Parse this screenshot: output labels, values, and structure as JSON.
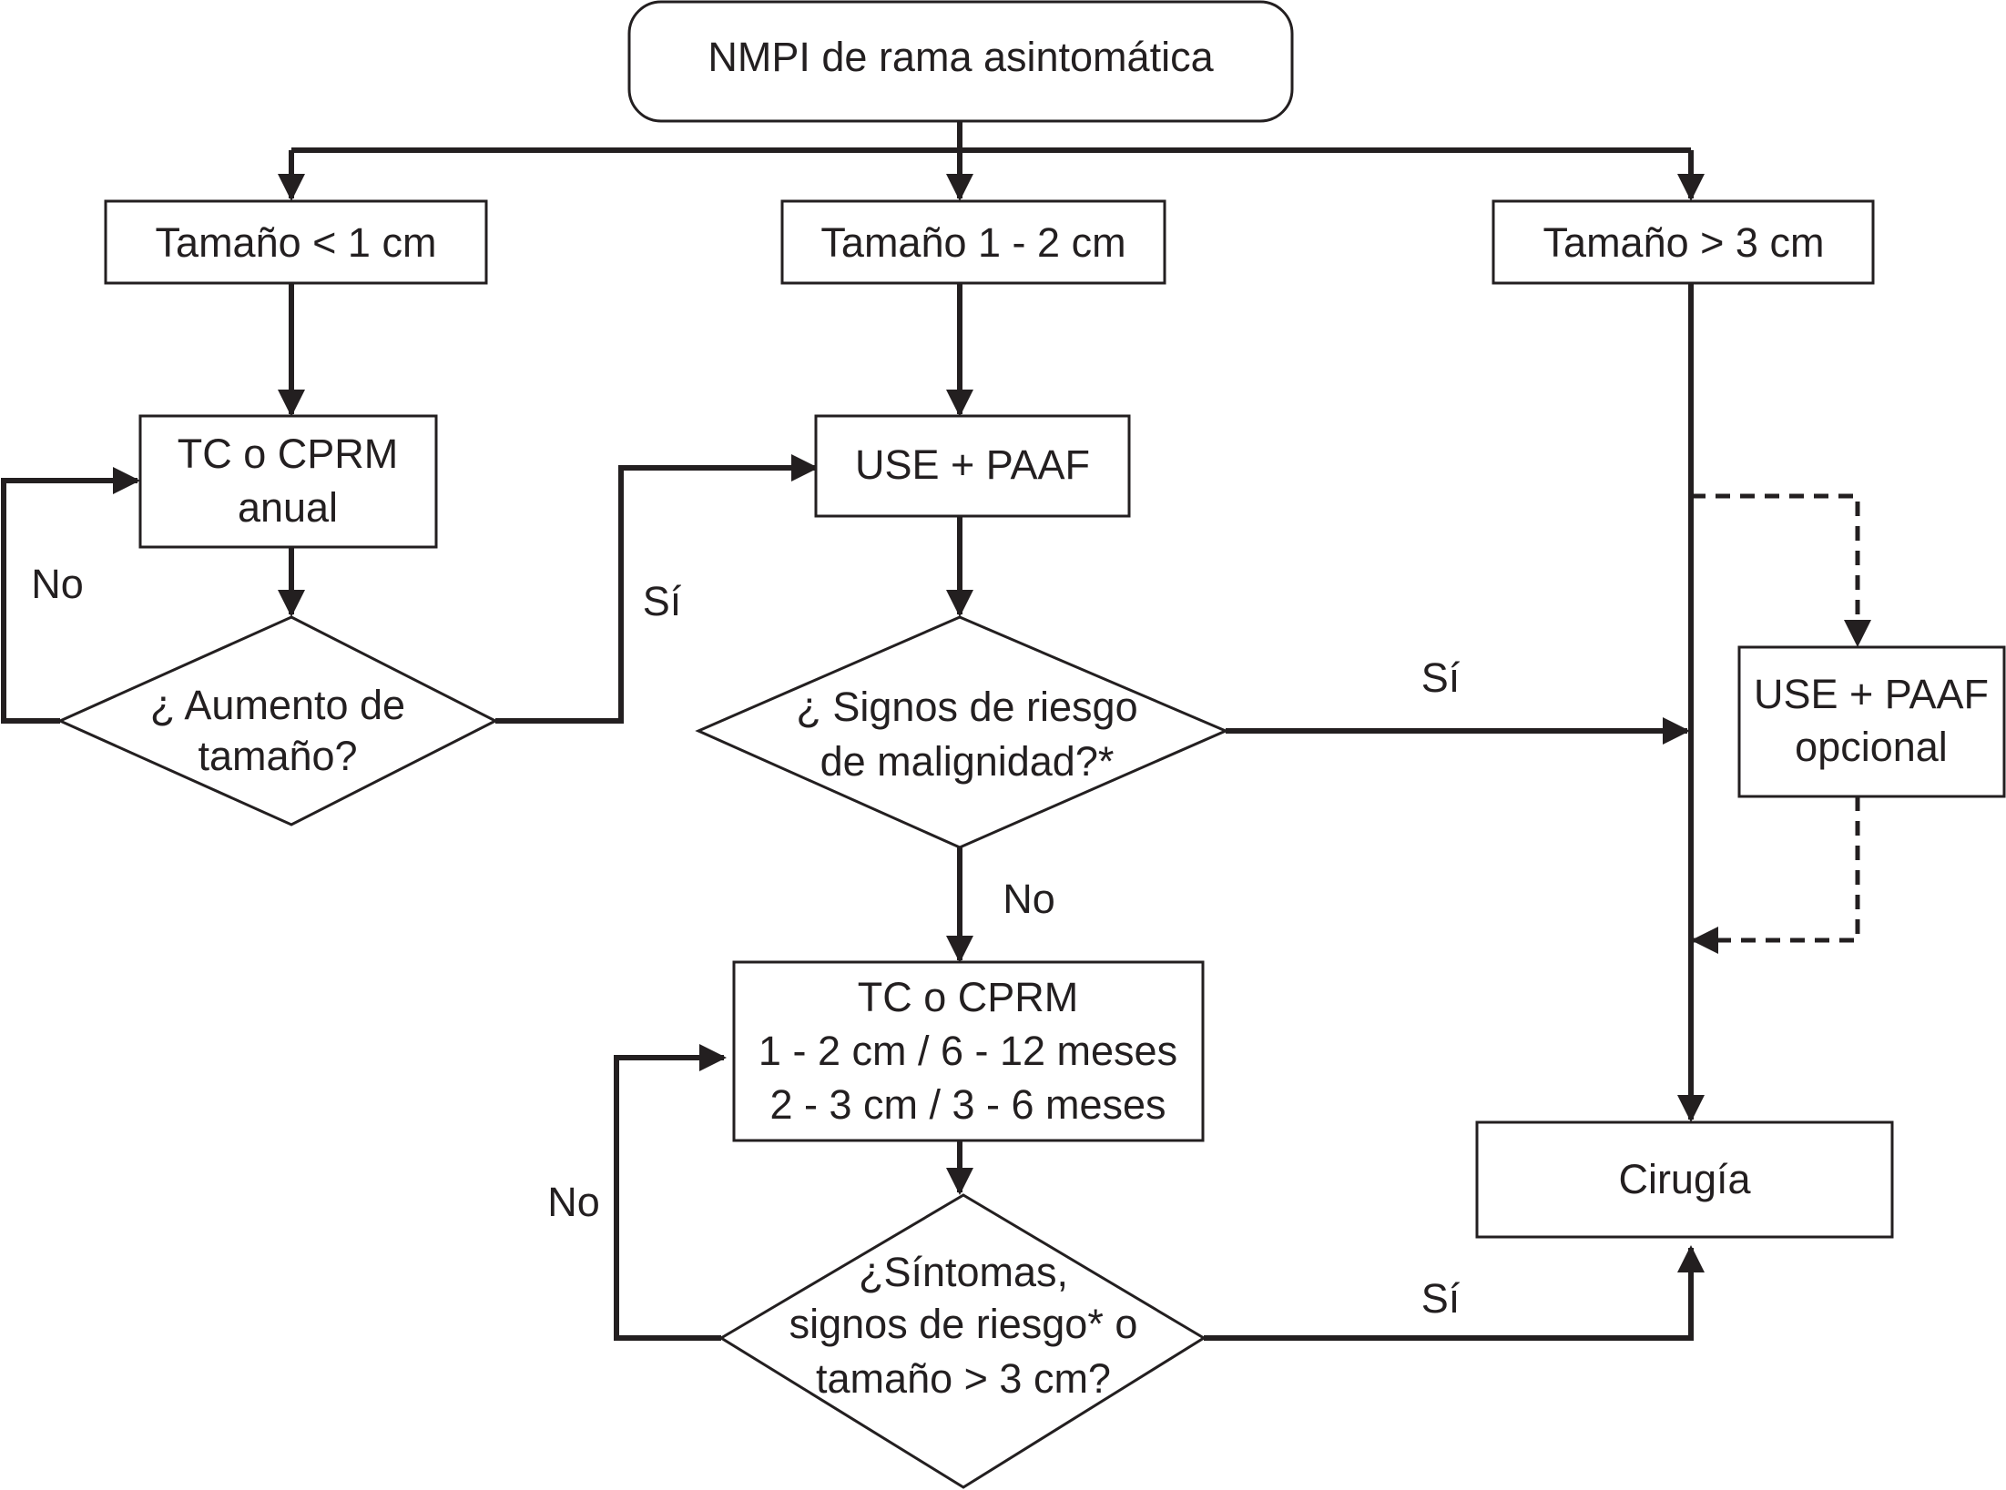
{
  "nodes": {
    "start": [
      "NMPI de rama asintomática"
    ],
    "size_lt1": [
      "Tamaño < 1 cm"
    ],
    "size_1_2": [
      "Tamaño 1 - 2 cm"
    ],
    "size_gt3": [
      "Tamaño > 3 cm"
    ],
    "annual_imaging": [
      "TC o CPRM",
      "anual"
    ],
    "eus_fna": [
      "USE + PAAF"
    ],
    "size_increase": [
      "¿ Aumento de",
      "tamaño?"
    ],
    "malignancy_signs": [
      "¿ Signos de riesgo",
      "de malignidad?*"
    ],
    "eus_fna_optional": [
      "USE + PAAF",
      "opcional"
    ],
    "followup_imaging": [
      "TC o CPRM",
      "1 - 2 cm / 6 - 12 meses",
      "2 - 3 cm / 3 - 6 meses"
    ],
    "symptoms_check": [
      "¿Síntomas,",
      "signos de riesgo* o",
      "tamaño > 3 cm?"
    ],
    "surgery": [
      "Cirugía"
    ]
  },
  "edge_labels": {
    "size_increase_no": "No",
    "size_increase_yes": "Sí",
    "malignancy_yes": "Sí",
    "malignancy_no": "No",
    "symptoms_no": "No",
    "symptoms_yes": "Sí"
  }
}
